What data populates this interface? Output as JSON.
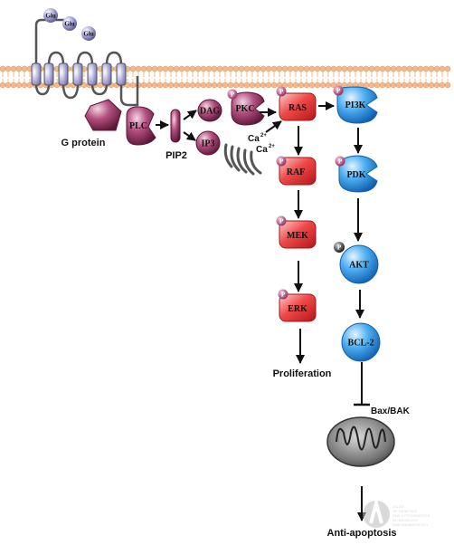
{
  "ligands": [
    "Glu",
    "Glu",
    "Glu"
  ],
  "labels": {
    "g_protein": "G protein",
    "plc": "PLC",
    "pip2": "PIP2",
    "dag": "DAG",
    "ip3": "IP3",
    "pkc": "PKC",
    "ca1": "Ca",
    "ca2": "Ca",
    "ca_sup": "2+",
    "ras": "RAS",
    "raf": "RAF",
    "mek": "MEK",
    "erk": "ERK",
    "pi3k": "PI3K",
    "pdk": "PDK",
    "akt": "AKT",
    "bcl2": "BCL-2",
    "proliferation": "Proliferation",
    "bax_bak": "Bax/BAK",
    "anti_apoptosis": "Anti-apoptosis"
  },
  "phospho_label": "P",
  "watermark_lines": [
    "ATLAS",
    "OF GENETICS",
    "AND CYTOGENETICS",
    "IN ONCOLOGY",
    "AND HAEMATOLOGY"
  ],
  "colors": {
    "purple": "#8e2a5a",
    "red": "#e53333",
    "blue": "#2e9be8",
    "ligand": "#8c88c6",
    "membrane": "#f4b88a",
    "helix": "#8f90c4"
  }
}
